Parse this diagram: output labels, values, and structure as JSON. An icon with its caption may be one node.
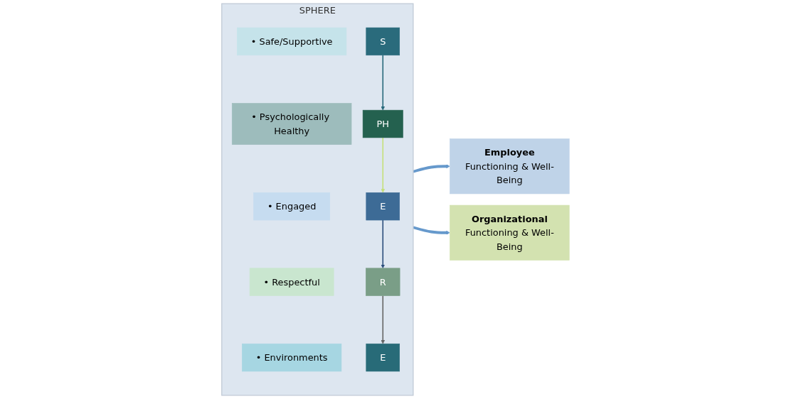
{
  "diagram": {
    "nodes": [
      {
        "text": [
          "SPHERE"
        ]
      },
      {
        "text": [
          "S"
        ],
        "in": 0
      },
      {
        "text": [
          "• Safe/Supportive"
        ],
        "in": 0
      },
      {
        "text": [
          "PH"
        ],
        "in": 0
      },
      {
        "text": [
          "• Psychologically Healthy"
        ],
        "in": 0
      },
      {
        "text": [
          "E"
        ],
        "in": 0
      },
      {
        "text": [
          "• Engaged"
        ],
        "in": 0
      },
      {
        "text": [
          "R"
        ],
        "in": 0
      },
      {
        "text": [
          "• Respectful"
        ],
        "in": 0
      },
      {
        "text": [
          "E"
        ],
        "in": 0
      },
      {
        "text": [
          "• Environments"
        ],
        "in": 0
      },
      {
        "text": [
          "Employee",
          "Functioning & Well-Being"
        ]
      },
      {
        "text": [
          "Organizational",
          "Functioning & Well-Being"
        ]
      }
    ],
    "edges": [
      {
        "from": 1,
        "to": 3,
        "arrow": "to",
        "color": "#2a6b7c"
      },
      {
        "from": 3,
        "to": 5,
        "arrow": "to",
        "color": "#c5e07a"
      },
      {
        "from": 5,
        "to": 7,
        "arrow": "to",
        "color": "#2c4f7c"
      },
      {
        "from": 7,
        "to": 9,
        "arrow": "to",
        "color": "#666666"
      },
      {
        "from": 0,
        "to": 11,
        "arrow": "to",
        "style": "thick",
        "color": "#6699cc"
      },
      {
        "from": 0,
        "to": 12,
        "arrow": "to",
        "style": "thick",
        "color": "#6699cc"
      }
    ]
  }
}
